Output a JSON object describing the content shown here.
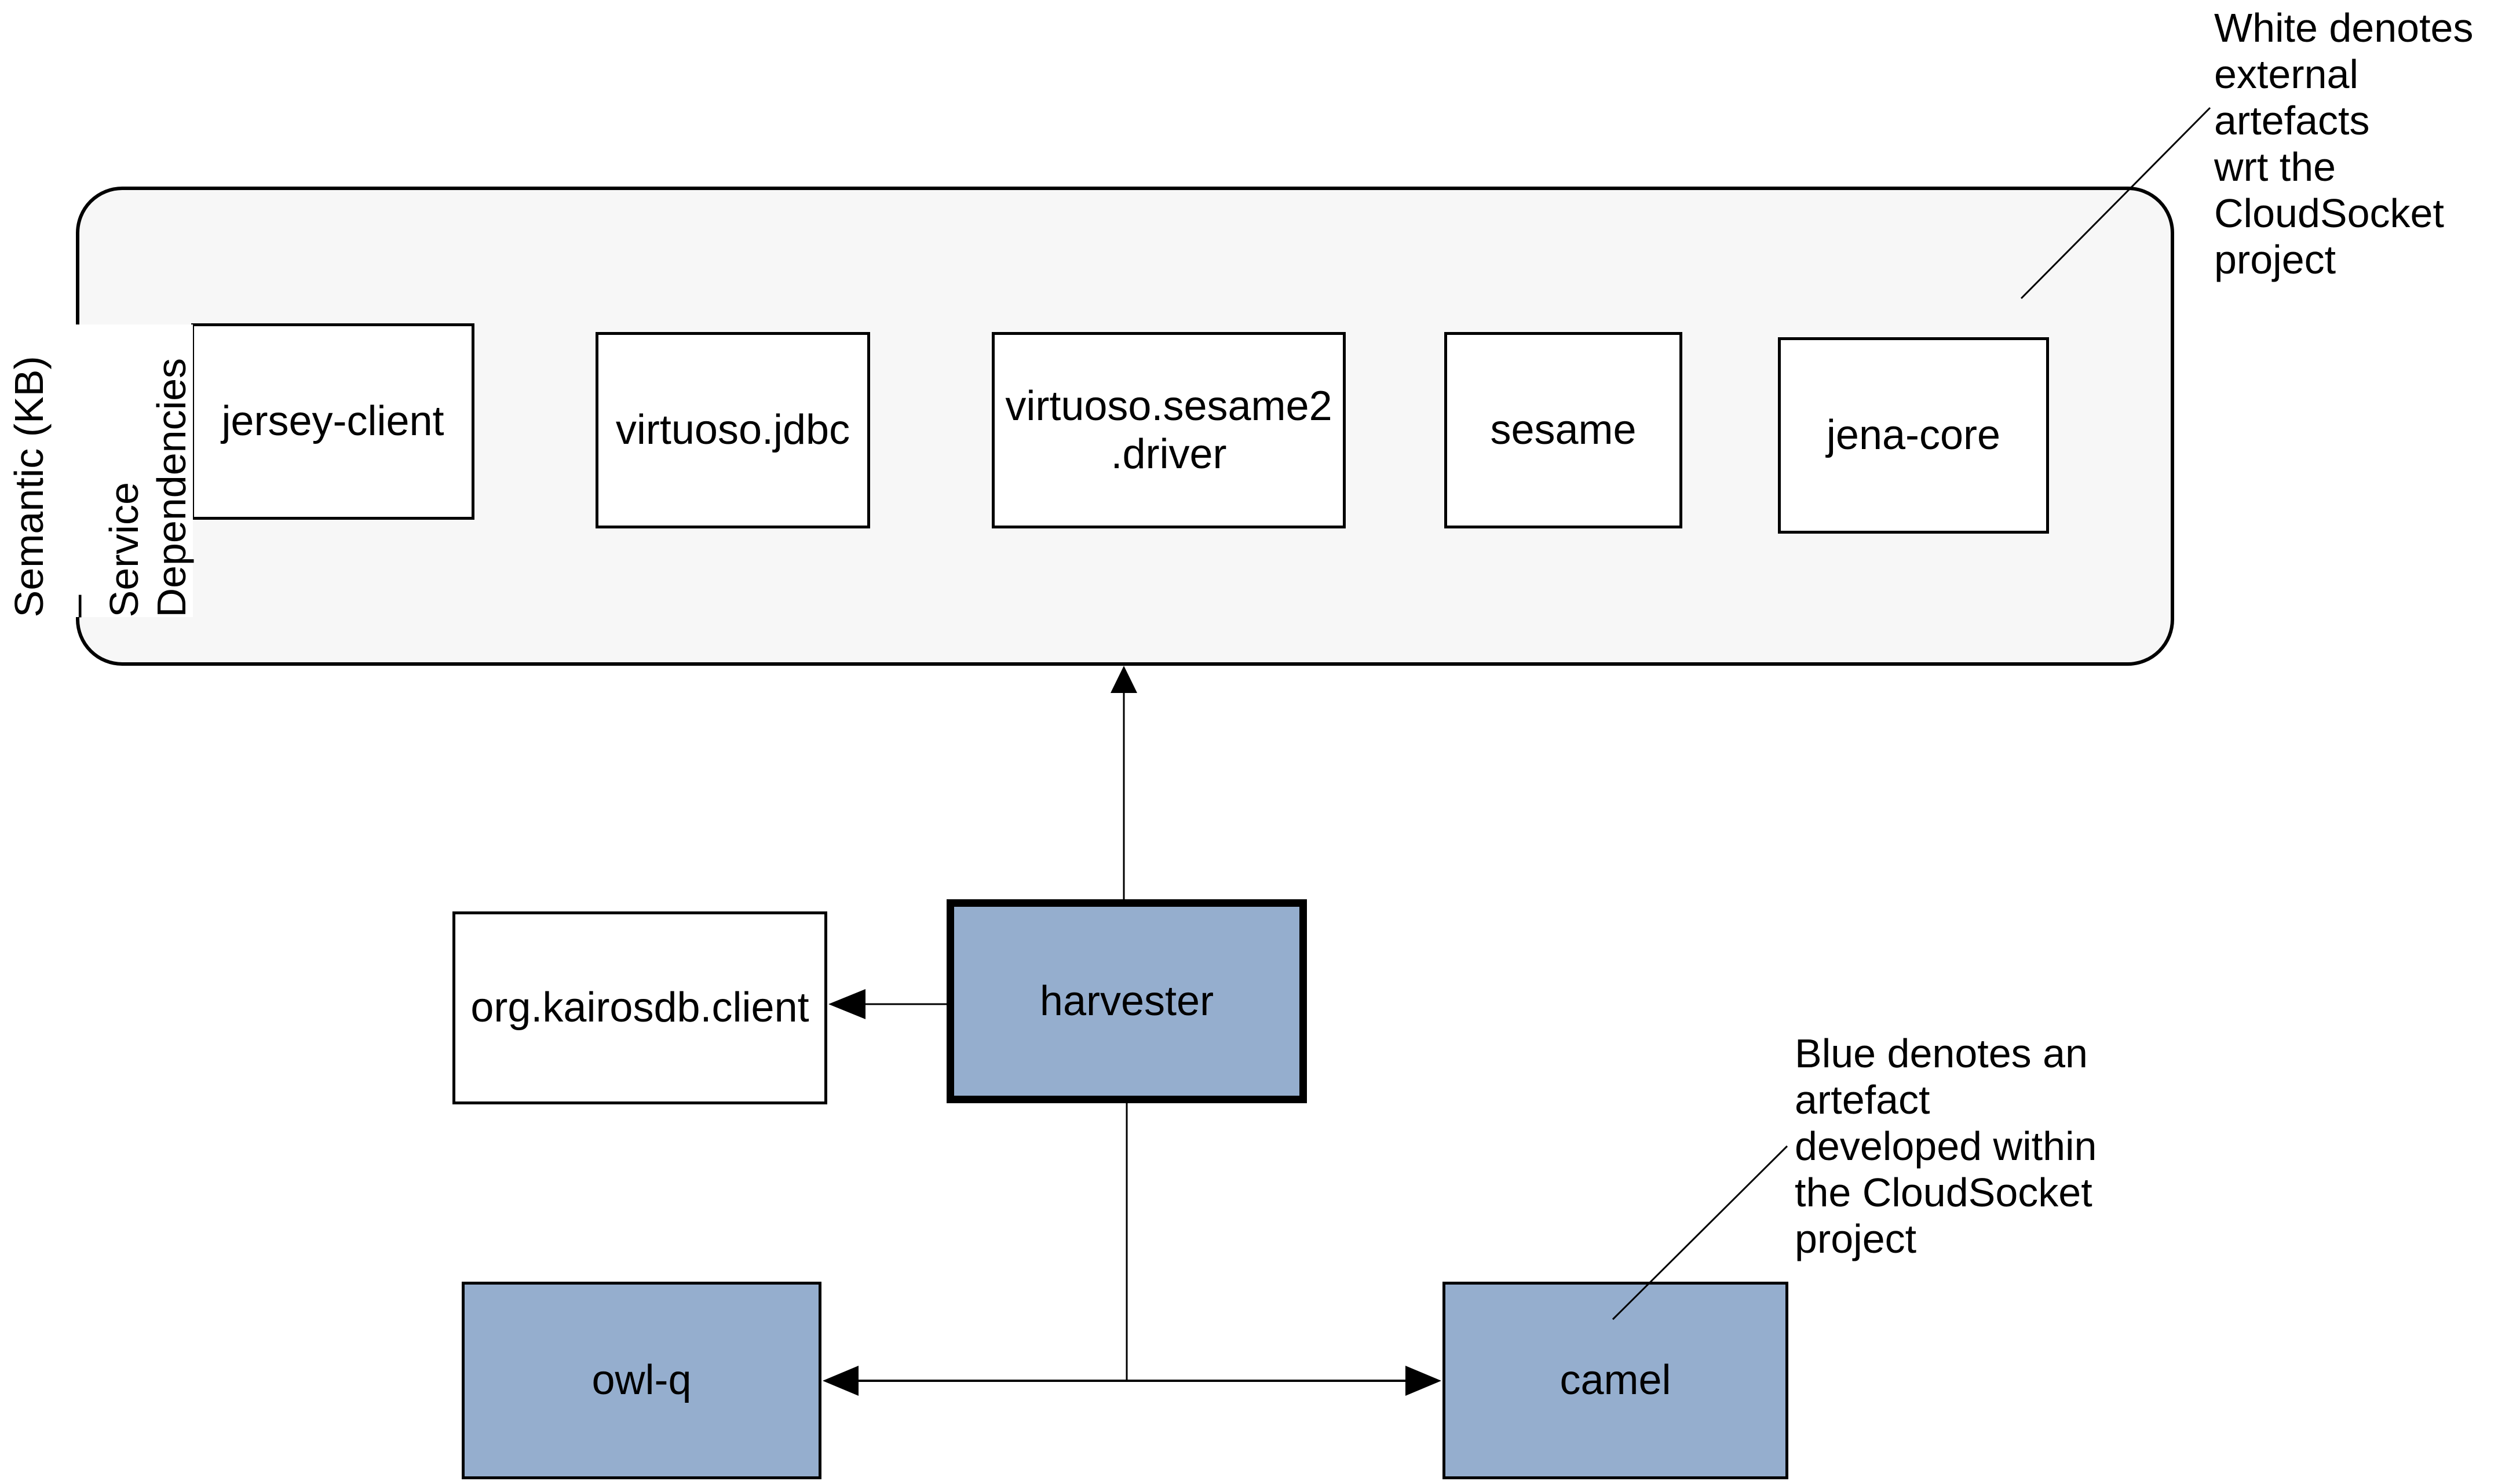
{
  "colors": {
    "internal_artefact_fill": "#95aece",
    "external_artefact_fill": "#ffffff",
    "kb_container_fill": "#f7f7f7",
    "line": "#000000"
  },
  "kb_group": {
    "label": "Semantic (KB) –\nService\nDependencies",
    "boxes": [
      {
        "label": "jersey-client"
      },
      {
        "label": "virtuoso.jdbc"
      },
      {
        "label": "virtuoso.sesame2\n.driver"
      },
      {
        "label": "sesame"
      },
      {
        "label": "jena-core"
      }
    ]
  },
  "nodes": {
    "harvester": {
      "label": "harvester"
    },
    "kairosdb": {
      "label": "org.kairosdb.client"
    },
    "owlq": {
      "label": "owl-q"
    },
    "camel": {
      "label": "camel"
    }
  },
  "notes": {
    "white": "White denotes\nexternal artefacts\nwrt the\nCloudSocket\nproject",
    "blue": "Blue denotes an\nartefact\ndeveloped within\nthe CloudSocket\nproject"
  }
}
